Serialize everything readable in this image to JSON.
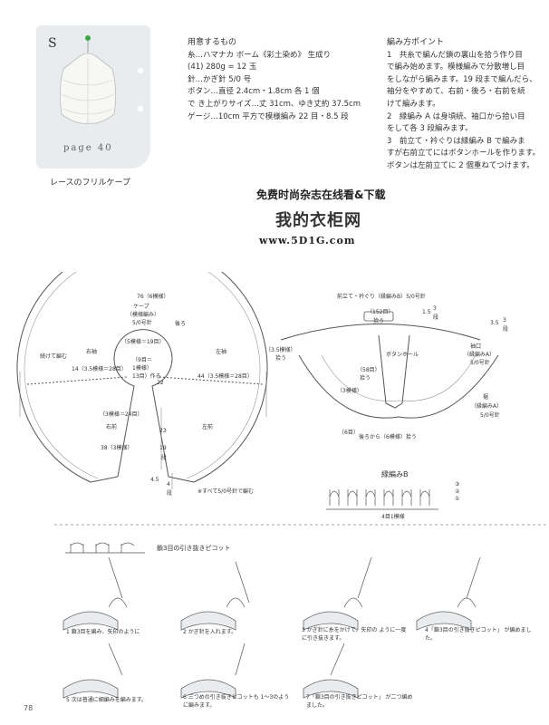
{
  "thumbnail": {
    "letter": "S",
    "page_label": "page 40"
  },
  "caption": "レースのフリルケープ",
  "materials": {
    "heading": "用意するもの",
    "lines": [
      "糸…ハマナカ ボーム《彩土染め》 生成り",
      "(41) 280g = 12 玉",
      "針…かぎ針 5/0 号",
      "ボタン…直径 2.4cm・1.8cm 各 1 個",
      "で き上がりサイズ…丈 31cm、ゆき丈約 37.5cm",
      "ゲージ…10cm 平方で模様編み 22 目・8.5 段"
    ]
  },
  "points": {
    "heading": "編み方ポイント",
    "lines": [
      "1　共糸で編んだ鎖の裏山を拾う作り目",
      "で編み始めます。模様編みで分散増し目",
      "をしながら編みます。19 段まで編んだら、",
      "袖分をやすめて、右前・後ろ・右前を続",
      "けて編みます。",
      "2　縁編み A は身頃続、袖口から拾い目",
      "をして各 3 段編みます。",
      "3　前立て・衿ぐりは縁編み B で編みま",
      "すが右前立てにはボタンホールを作ります。",
      "ボタンは左前立てに 2 個重ねてつけます。"
    ]
  },
  "watermark": {
    "line1": "免费时尚杂志在线看&下载",
    "line2": "我的衣柜网",
    "line3": "www.5D1G.com"
  },
  "diagram_left": {
    "labels": [
      "76（6模様）",
      "ケープ",
      "（模様編み）",
      "5/0号針",
      "後ろ",
      "（5模様＝19目）",
      "（9目＝",
      "1模様）",
      "13目）作る",
      "22",
      "左袖",
      "右袖",
      "44（3.5模様＝28目）",
      "14（3.5模様＝28目）",
      "（3模様＝24目）",
      "右前",
      "左前",
      "38（3模様）",
      "23",
      "19",
      "段",
      "4.5",
      "4",
      "段",
      "続けて編む",
      "※すべて5/0号針で編む"
    ]
  },
  "diagram_right": {
    "labels": [
      "前立て・衿ぐり（縁編みB）5/0号針",
      "（152目）",
      "拾う",
      "1.5",
      "3",
      "段",
      "3.5",
      "3",
      "段",
      "（3.5模様）",
      "拾う",
      "（3模様）",
      "（58目）",
      "拾う",
      "ボタンホール",
      "後ろから（6模様）拾う",
      "（6目）",
      "袖口",
      "（縁編みA）",
      "5/0号針",
      "裾",
      "（縁編みA）",
      "5/0号針"
    ]
  },
  "stitch_chart": {
    "title": "縁編みB",
    "rows": [
      "③",
      "②",
      "①"
    ],
    "footer": "4目1模様"
  },
  "technique": {
    "title": "鎖3目の引き抜きピコット",
    "steps": [
      "1 鎖3目を編み、矢印のように",
      "2 かぎ針を入れます。",
      "3 かぎ針に糸をかけて、矢印の ように一度に引き抜きます。",
      "4「鎖3目の引き抜きピコット」 が編めました。",
      "5 次は普通に細編みを編みます。",
      "6 三つめの引き抜きピコットも 1〜3のように編みます。",
      "7「鎖3目の引き抜きピコット」 が二つ編めました。"
    ]
  },
  "page_number": "78"
}
